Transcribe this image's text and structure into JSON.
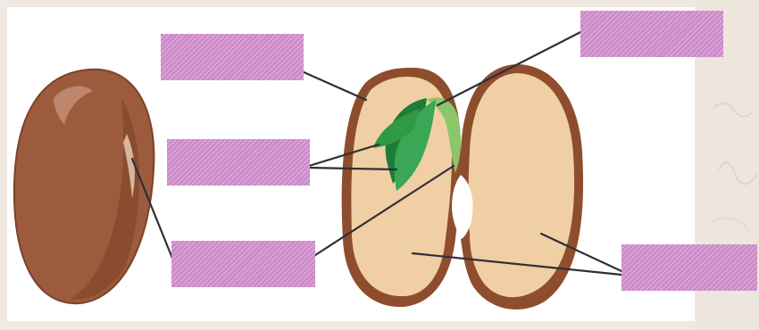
{
  "diagram": {
    "title": "",
    "labels": [
      {
        "id": "label-seed-coat",
        "text": ""
      },
      {
        "id": "label-embryo-leaves",
        "text": ""
      },
      {
        "id": "label-hilum",
        "text": ""
      },
      {
        "id": "label-radicle",
        "text": ""
      },
      {
        "id": "label-cotyledon",
        "text": ""
      },
      {
        "id": "label-plumule-top",
        "text": ""
      }
    ]
  },
  "colors": {
    "label_fill": "#cd8ac9",
    "bean_outer": "#9a5a3b",
    "bean_inner": "#f1cfa4",
    "seed_coat_edge": "#7a4228",
    "leaf": "#2f9a45",
    "stem": "#8cc66b",
    "leader_line": "#2f2f3a",
    "background": "#f0ece6"
  }
}
